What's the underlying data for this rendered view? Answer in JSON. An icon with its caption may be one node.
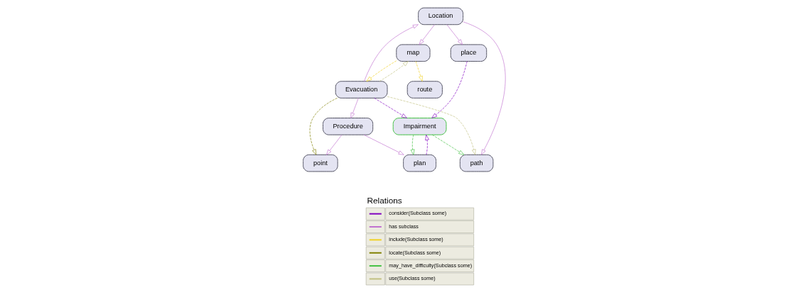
{
  "diagram": {
    "nodes": [
      {
        "text": [
          "Location"
        ]
      },
      {
        "text": [
          "place"
        ]
      },
      {
        "text": [
          "map"
        ]
      },
      {
        "text": [
          "path"
        ]
      },
      {
        "text": [
          "route"
        ]
      },
      {
        "text": [
          "Evacuation"
        ]
      },
      {
        "text": [
          "Impairment"
        ]
      },
      {
        "text": [
          "plan"
        ]
      },
      {
        "text": [
          "point"
        ]
      },
      {
        "text": [
          "Procedure"
        ]
      }
    ],
    "edges": [
      {
        "from": 0,
        "to": 2,
        "arrow": "to",
        "color": "#c070d0"
      },
      {
        "from": 0,
        "to": 3,
        "arrow": "to",
        "color": "#c070d0"
      },
      {
        "from": 0,
        "to": 1,
        "arrow": "to",
        "color": "#c070d0"
      },
      {
        "from": 5,
        "to": 0,
        "arrow": "to",
        "color": "#c070d0"
      },
      {
        "from": 2,
        "to": 4,
        "arrow": "to",
        "style": "dashed",
        "color": "#f0d020"
      },
      {
        "from": 2,
        "to": 5,
        "arrow": "to",
        "style": "dashed",
        "color": "#f0d020"
      },
      {
        "from": 5,
        "to": 2,
        "arrow": "to",
        "style": "dashed",
        "color": "#c0c080"
      },
      {
        "from": 5,
        "to": 3,
        "arrow": "to",
        "style": "dashed",
        "color": "#c0c080"
      },
      {
        "from": 6,
        "to": 3,
        "arrow": "to",
        "style": "dashed",
        "color": "#40c040"
      },
      {
        "from": 1,
        "to": 6,
        "arrow": "to",
        "style": "dashed",
        "color": "#8000c0"
      },
      {
        "from": 5,
        "to": 6,
        "arrow": "to",
        "style": "dashed",
        "color": "#8000c0"
      },
      {
        "from": 7,
        "to": 6,
        "arrow": "to",
        "style": "dashed",
        "color": "#8000c0"
      },
      {
        "from": 6,
        "to": 7,
        "arrow": "to",
        "style": "dashed",
        "color": "#40c040"
      },
      {
        "from": 5,
        "to": 8,
        "arrow": "to",
        "style": "dashed",
        "color": "#808000"
      },
      {
        "from": 5,
        "to": 9,
        "arrow": "to",
        "color": "#c070d0"
      },
      {
        "from": 9,
        "to": 7,
        "arrow": "to",
        "color": "#c070d0"
      },
      {
        "from": 9,
        "to": 8,
        "arrow": "to",
        "color": "#c070d0"
      }
    ],
    "labels": [
      "Relations"
    ],
    "legend": [
      {
        "text": "consider(Subclass some)"
      },
      {
        "text": "has subclass"
      },
      {
        "text": "include(Subclass some)"
      },
      {
        "text": "locate(Subclass some)"
      },
      {
        "text": "may_have_difficulty(Subclass some)"
      },
      {
        "text": "use(Subclass some)"
      }
    ]
  }
}
